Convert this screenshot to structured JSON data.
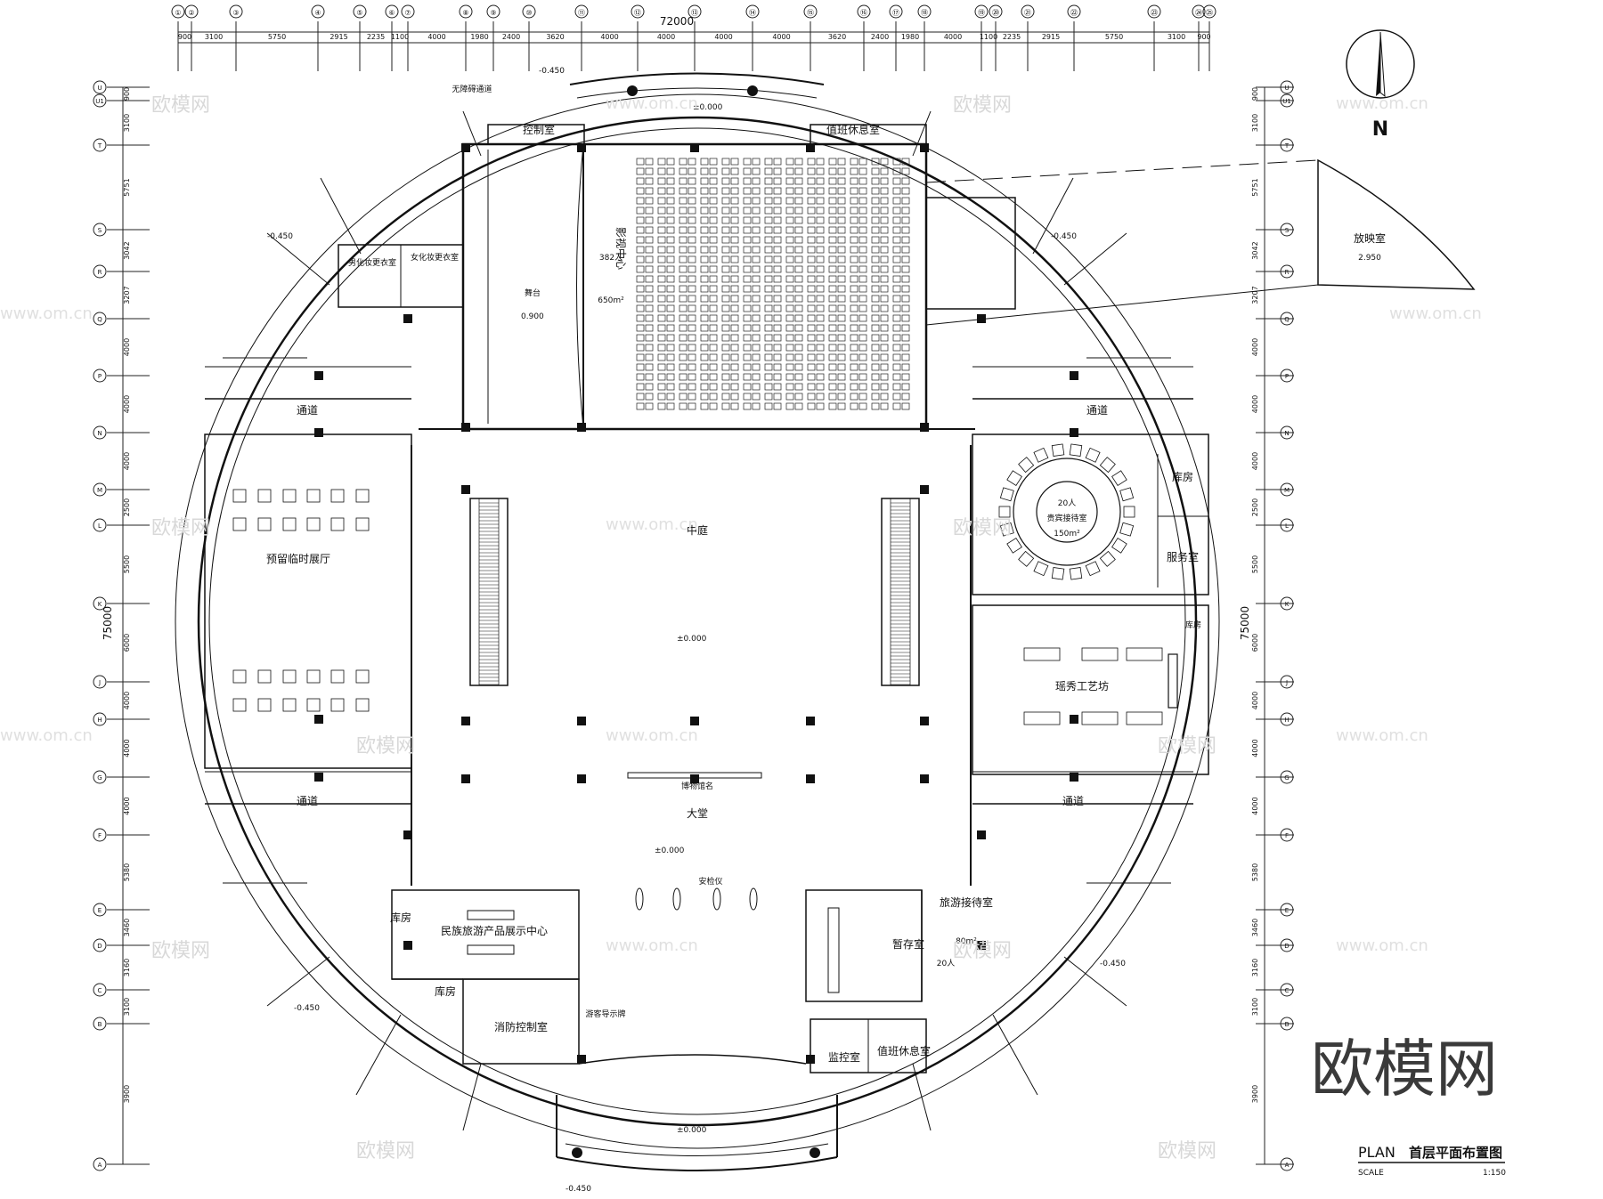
{
  "top_grid": {
    "overall": "72000",
    "labels": [
      "①",
      "②",
      "③",
      "④",
      "⑤",
      "⑥",
      "⑦",
      "⑧",
      "⑨",
      "⑩",
      "⑪",
      "⑫",
      "⑬",
      "⑭",
      "⑮",
      "⑯",
      "⑰",
      "⑱",
      "⑲",
      "⑳",
      "㉑",
      "㉒",
      "㉓",
      "㉔",
      "㉕"
    ],
    "dims": [
      "900",
      "3100",
      "5750",
      "2915",
      "2235",
      "1100",
      "4000",
      "1980",
      "2400",
      "3620",
      "4000",
      "4000",
      "4000",
      "4000",
      "3620",
      "2400",
      "1980",
      "4000",
      "1100",
      "2235",
      "2915",
      "5750",
      "3100",
      "900"
    ]
  },
  "side_grid": {
    "overall": "75000",
    "labels": [
      "U",
      "U1",
      "T",
      "S",
      "R",
      "Q",
      "P",
      "N",
      "M",
      "L",
      "K",
      "J",
      "H",
      "G",
      "F",
      "E",
      "D",
      "C",
      "B",
      "A"
    ],
    "dims": [
      "900",
      "3100",
      "5751",
      "3042",
      "3207",
      "4000",
      "4000",
      "4000",
      "2500",
      "5500",
      "6000",
      "4000",
      "4000",
      "4000",
      "5380",
      "3460",
      "3160",
      "3100",
      "3900"
    ]
  },
  "rooms": {
    "control": "控制室",
    "duty_rest_top": "值班休息室",
    "cinema": "影视中心",
    "cinema_seats": "382人",
    "cinema_area": "650m²",
    "stage": "舞台",
    "female_dressing": "女化妆更衣室",
    "male_dressing": "男化妆更衣室",
    "passage_nw": "通道",
    "passage_ne": "通道",
    "passage_sw": "通道",
    "passage_se": "通道",
    "temp_hall": "预留临时展厅",
    "atrium": "中庭",
    "lobby": "大堂",
    "vip": "贵宾接待室",
    "vip_people": "20人",
    "vip_area": "150m²",
    "storage_e1": "库房",
    "service": "服务室",
    "storage_e2": "库房",
    "craft": "瑶秀工艺坊",
    "projection": "放映室",
    "storage_sw": "库房",
    "ethnic_center": "民族旅游产品展示中心",
    "storage_sw2": "库房",
    "fire_control": "消防控制室",
    "storage_temp": "暂存室",
    "tour_reception": "旅游接待室",
    "tour_people": "20人",
    "tour_area": "80m²",
    "monitor": "监控室",
    "duty_rest_bottom": "值班休息室",
    "guide": "游客导示牌",
    "security": "安检仪",
    "museum_name": "博物馆名",
    "north": "N",
    "barrier_free": "无障碍通道"
  },
  "levels": {
    "lobby": "±0.000",
    "outer": "-0.450",
    "stage": "0.900",
    "projection": "2.950"
  },
  "title": {
    "plan": "PLAN",
    "name": "首层平面布置图",
    "scale_label": "SCALE",
    "scale": "1:150"
  },
  "watermark": {
    "cn": "欧模网",
    "url": "www.om.cn",
    "big": "欧模网"
  }
}
